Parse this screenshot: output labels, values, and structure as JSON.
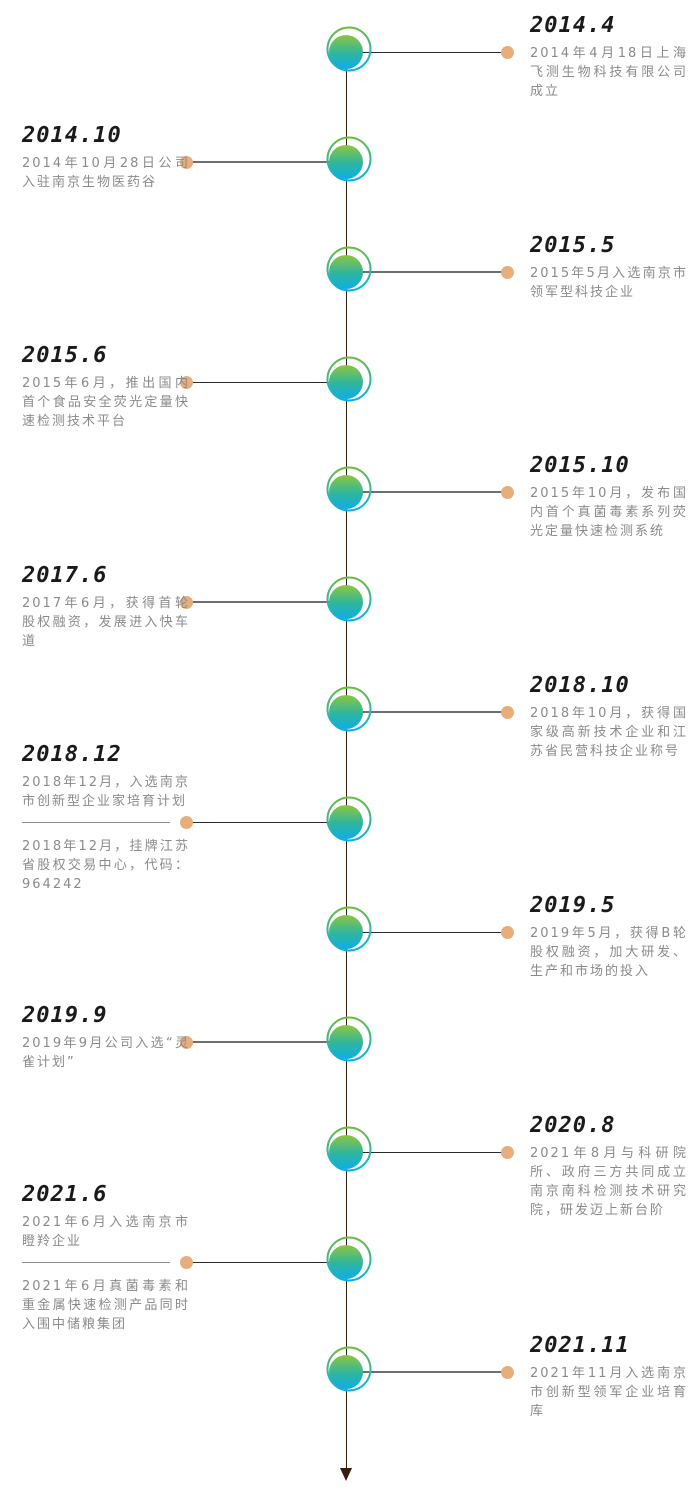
{
  "timeline": {
    "colors": {
      "node_gradient_top": "#8dc63f",
      "node_gradient_mid": "#2eb5a0",
      "node_gradient_bottom": "#0daee6",
      "ring_top": "#6abe3e",
      "ring_bottom": "#0cb0e8",
      "dot": "#e7ad7b",
      "axis_line": "#35200e",
      "connector_dark": "#2b2b2b",
      "connector_gray": "#6f6f6f",
      "heading_text": "#1a1a1a",
      "body_text": "#8a8a8a",
      "divider": "#8c8c8c"
    },
    "entries": [
      {
        "date": "2014.4",
        "side": "right",
        "connector": "dark",
        "paragraphs": [
          "2014年4月18日上海飞测生物科技有限公司成立"
        ]
      },
      {
        "date": "2014.10",
        "side": "left",
        "connector": "gray",
        "paragraphs": [
          "2014年10月28日公司入驻南京生物医药谷"
        ]
      },
      {
        "date": "2015.5",
        "side": "right",
        "connector": "gray",
        "paragraphs": [
          "2015年5月入选南京市领军型科技企业"
        ]
      },
      {
        "date": "2015.6",
        "side": "left",
        "connector": "dark",
        "paragraphs": [
          "2015年6月，推出国内首个食品安全荧光定量快速检测技术平台"
        ]
      },
      {
        "date": "2015.10",
        "side": "right",
        "connector": "gray",
        "paragraphs": [
          "2015年10月，发布国内首个真菌毒素系列荧光定量快速检测系统"
        ]
      },
      {
        "date": "2017.6",
        "side": "left",
        "connector": "gray",
        "paragraphs": [
          "2017年6月，获得首轮股权融资，发展进入快车道"
        ]
      },
      {
        "date": "2018.10",
        "side": "right",
        "connector": "gray",
        "paragraphs": [
          "2018年10月，获得国家级高新技术企业和江苏省民营科技企业称号"
        ]
      },
      {
        "date": "2018.12",
        "side": "left",
        "connector": "dark",
        "paragraphs": [
          "2018年12月，入选南京市创新型企业家培育计划",
          "2018年12月，挂牌江苏省股权交易中心，代码：964242"
        ]
      },
      {
        "date": "2019.5",
        "side": "right",
        "connector": "dark",
        "paragraphs": [
          "2019年5月，获得B轮股权融资，加大研发、生产和市场的投入"
        ]
      },
      {
        "date": "2019.9",
        "side": "left",
        "connector": "gray",
        "paragraphs": [
          "2019年9月公司入选“灵雀计划”"
        ]
      },
      {
        "date": "2020.8",
        "side": "right",
        "connector": "dark",
        "paragraphs": [
          "2021年8月与科研院所、政府三方共同成立南京南科检测技术研究院，研发迈上新台阶"
        ]
      },
      {
        "date": "2021.6",
        "side": "left",
        "connector": "dark",
        "paragraphs": [
          "2021年6月入选南京市瞪羚企业",
          "2021年6月真菌毒素和重金属快速检测产品同时入围中储粮集团"
        ]
      },
      {
        "date": "2021.11",
        "side": "right",
        "connector": "gray",
        "paragraphs": [
          "2021年11月入选南京市创新型领军企业培育库"
        ]
      }
    ]
  }
}
